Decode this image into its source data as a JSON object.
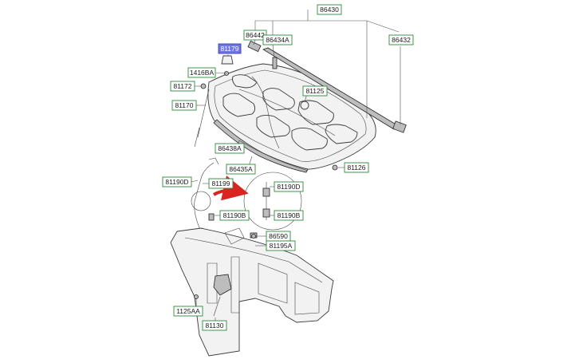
{
  "labels": {
    "l86430": "86430",
    "l86442": "86442",
    "l86434A": "86434A",
    "l86432": "86432",
    "l81179": "81179",
    "l1416BA": "1416BA",
    "l81172": "81172",
    "l81170": "81170",
    "l81125": "81125",
    "l86438A": "86438A",
    "l86435A": "86435A",
    "l81126": "81126",
    "l81190D_a": "81190D",
    "l81199": "81199",
    "l81190D_b": "81190D",
    "l81190B_a": "81190B",
    "l81190B_b": "81190B",
    "l86590": "86590",
    "l81195A": "81195A",
    "l1125AA": "1125AA",
    "l81130": "81130"
  },
  "colors": {
    "label_border": "#2e8b3a",
    "highlight_fill": "#6f74e6",
    "arrow": "#d9241f"
  }
}
